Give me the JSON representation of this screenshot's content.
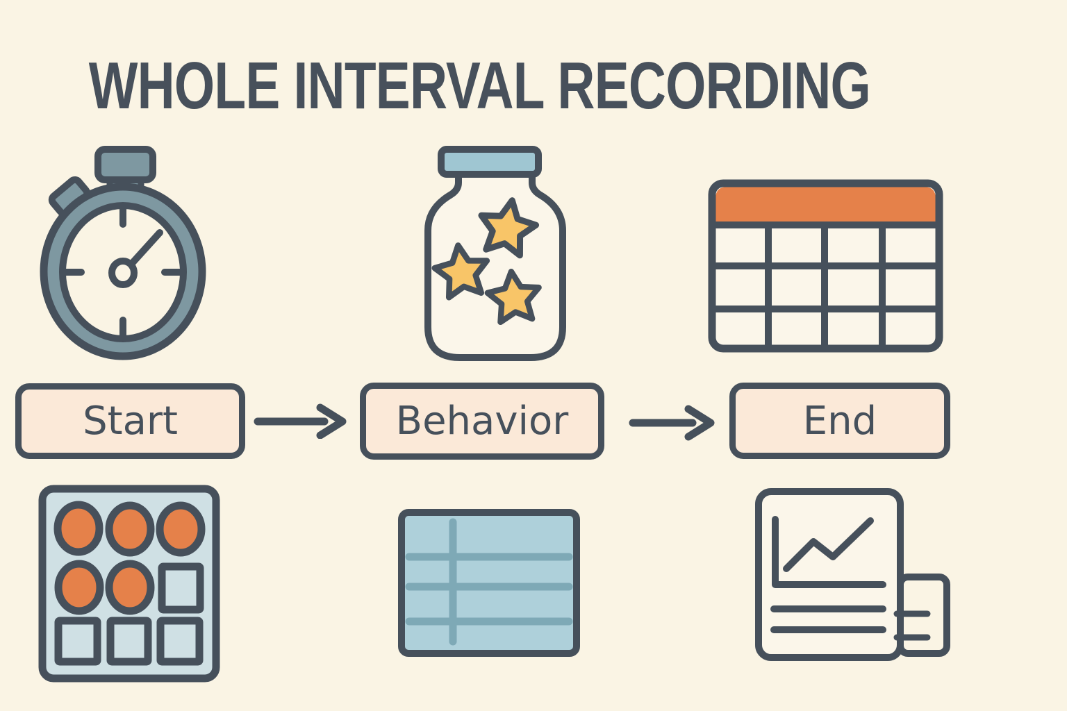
{
  "title": "WHOLE INTERVAL RECORDING",
  "flow": {
    "steps": [
      {
        "id": "start",
        "label": "Start"
      },
      {
        "id": "behavior",
        "label": "Behavior"
      },
      {
        "id": "end",
        "label": "End"
      }
    ],
    "connectors": [
      "arrow-right",
      "arrow-right"
    ]
  },
  "icons": {
    "top_row": [
      "stopwatch-icon",
      "star-jar-icon",
      "data-table-icon"
    ],
    "bottom_row": [
      "token-board-icon",
      "notepad-icon",
      "chart-report-icon"
    ]
  },
  "colors": {
    "background": "#FAF4E4",
    "ink": "#46505B",
    "orange": "#E5814A",
    "steel_blue": "#7E98A1",
    "panel_blue": "#CFE0E4",
    "lid_blue": "#9FC6D2",
    "notepad_blue": "#AED0DA",
    "notepad_line_blue": "#7EA9B6",
    "star_yellow": "#F8C568",
    "step_fill": "#FBE9D8",
    "paper_cream": "#FAF4E4"
  }
}
